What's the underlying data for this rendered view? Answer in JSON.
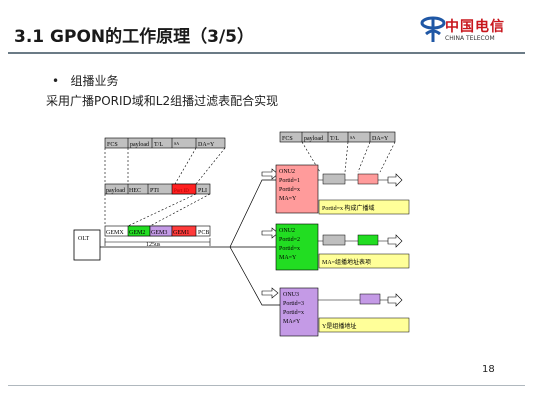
{
  "slide": {
    "title": "3.1 GPON的工作原理（3/5）",
    "bullet": "组播业务",
    "subtitle": "采用广播PORID域和L2组播过滤表配合实现",
    "page_number": "18"
  },
  "logo": {
    "cn": "中国电信",
    "en": "CHINA TELECOM"
  },
  "frames": {
    "frame_top": [
      "FCS",
      "payload",
      "T/L",
      "SA",
      "DA=Y"
    ],
    "frame_right": [
      "FCS",
      "payload",
      "T/L",
      "SA",
      "DA=Y"
    ],
    "gem_frame": [
      "payload",
      "HEC",
      "PTI",
      "Port ID",
      "PLI"
    ],
    "downstream": [
      "GEMX",
      "GEM2",
      "GEM3",
      "GEM1",
      "PCB"
    ],
    "timing": "125us"
  },
  "olt": {
    "label": "OLT"
  },
  "onus": [
    {
      "lines": [
        "ONU2",
        "Portid=1",
        "Portid=x",
        "MA=Y"
      ],
      "note": "Portid=x 构成广播域",
      "color": "#ff9b9b"
    },
    {
      "lines": [
        "ONU2",
        "Portid=2",
        "Portid=x",
        "MA=Y"
      ],
      "note": "MA=组播地址表项",
      "color": "#22dd22"
    },
    {
      "lines": [
        "ONU3",
        "Portid=3",
        "Portid=x",
        "MA≠Y"
      ],
      "note": "Y是组播地址",
      "color": "#c49ae6"
    }
  ],
  "colors": {
    "red": "#ff3b3b",
    "green": "#22dd22",
    "purple": "#c49ae6",
    "note_bg": "#ffff99",
    "gray": "#bfbfbf"
  }
}
